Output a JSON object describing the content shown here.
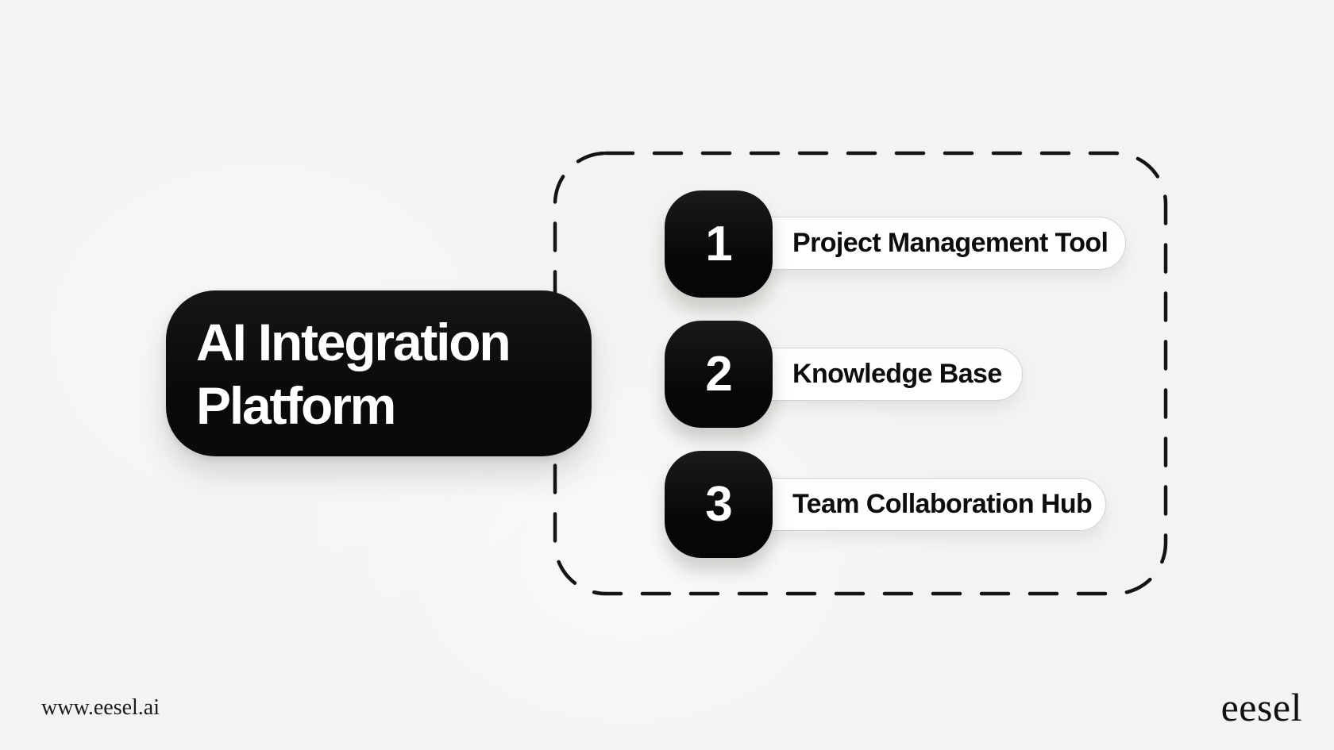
{
  "page": {
    "background_color": "#f4f3f1",
    "ink_color": "#0b0b0b"
  },
  "title_card": {
    "line1": "AI Integration",
    "line2": "Platform"
  },
  "steps": [
    {
      "number": "1",
      "label": "Project Management Tool"
    },
    {
      "number": "2",
      "label": "Knowledge Base"
    },
    {
      "number": "3",
      "label": "Team Collaboration Hub"
    }
  ],
  "footer": {
    "website": "www.eesel.ai",
    "brand": "eesel"
  }
}
